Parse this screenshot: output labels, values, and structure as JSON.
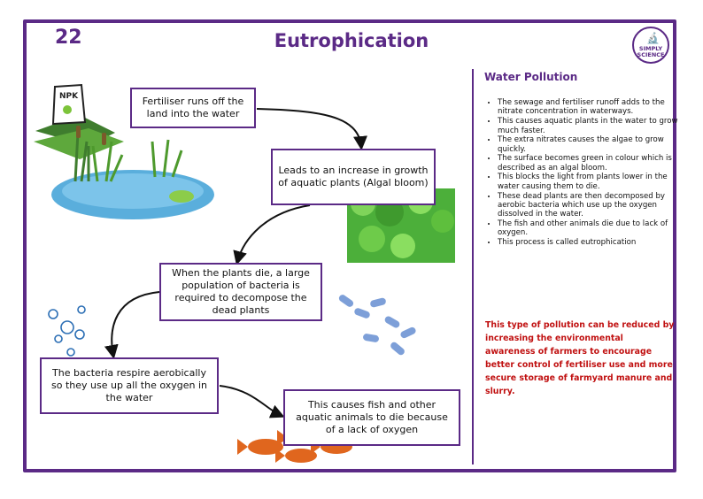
{
  "header": {
    "number": "22",
    "title": "Eutrophication"
  },
  "logo": {
    "line1": "SIMPLY",
    "line2": "SCIENCE"
  },
  "illustration": {
    "bag_label": "NPK"
  },
  "flow": {
    "box1": "Fertiliser runs off the land into the water",
    "box2": "Leads to an increase in growth of aquatic plants (Algal bloom)",
    "box3": "When the plants die, a large population of bacteria is required to decompose the dead plants",
    "box4": "The bacteria respire aerobically so they use up all the oxygen in the water",
    "box5": "This causes fish and other aquatic animals to die because of a lack of oxygen"
  },
  "sidebar": {
    "title": "Water Pollution",
    "bullets": [
      "The sewage and fertiliser runoff adds to the nitrate concentration in waterways.",
      "This causes aquatic plants in the water to grow much faster.",
      "The extra nitrates causes the algae to grow quickly.",
      "The surface becomes green in colour which is described as an algal bloom.",
      "This blocks the light from plants lower in the water causing them to die.",
      "These dead plants are then decomposed by aerobic bacteria which use up the oxygen dissolved in the water.",
      "The fish and other animals die due to lack of oxygen.",
      "This process is called eutrophication"
    ],
    "pollution_note": "This type of pollution can be reduced by increasing the environmental awareness of farmers to encourage better control of fertiliser use and more secure storage of farmyard manure and slurry."
  },
  "colors": {
    "accent": "#5b2a86",
    "note": "#c01010",
    "fish": "#e0661e",
    "water": "#5aaedc",
    "algae": "#4caf3a",
    "bacteria": "#7d9fd8"
  }
}
